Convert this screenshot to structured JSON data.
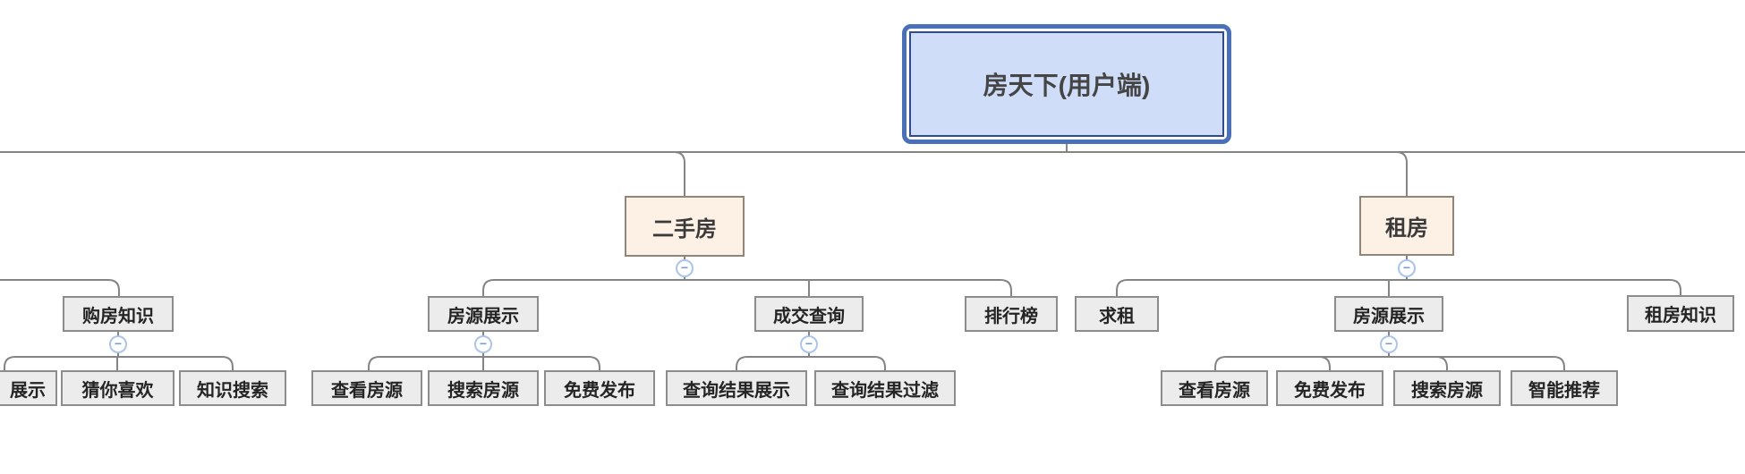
{
  "app": {
    "view": "mind-map-canvas"
  },
  "colors": {
    "line": "#848484",
    "root_fill": "#cfddf8",
    "root_border": "#4a70ba",
    "root_inner_border": "#2e4c8f",
    "branch_fill": "#fdf1e6",
    "branch_border": "#8f8578",
    "node_fill": "#ececec",
    "node_border": "#8c8c8c",
    "collapse_border": "#adc4ea",
    "collapse_glyph_color": "#7d9ad0"
  },
  "icons": {
    "collapse_glyph": "−"
  },
  "tree": {
    "root": {
      "label": "房天下(用户端)"
    },
    "cut_branch": {
      "note": "branch whose parent is off-screen to the left",
      "children": [
        {
          "label": "购房知识",
          "children": [
            {
              "label": "展示",
              "cut_off_left": true
            },
            {
              "label": "猜你喜欢"
            },
            {
              "label": "知识搜索"
            }
          ]
        }
      ]
    },
    "branches": [
      {
        "label": "二手房",
        "children": [
          {
            "label": "房源展示",
            "children": [
              {
                "label": "查看房源"
              },
              {
                "label": "搜索房源"
              },
              {
                "label": "免费发布"
              }
            ]
          },
          {
            "label": "成交查询",
            "children": [
              {
                "label": "查询结果展示"
              },
              {
                "label": "查询结果过滤"
              }
            ]
          },
          {
            "label": "排行榜"
          }
        ]
      },
      {
        "label": "租房",
        "children": [
          {
            "label": "求租"
          },
          {
            "label": "房源展示",
            "children": [
              {
                "label": "查看房源"
              },
              {
                "label": "免费发布"
              },
              {
                "label": "搜索房源"
              },
              {
                "label": "智能推荐"
              }
            ]
          },
          {
            "label": "租房知识"
          }
        ]
      }
    ]
  }
}
